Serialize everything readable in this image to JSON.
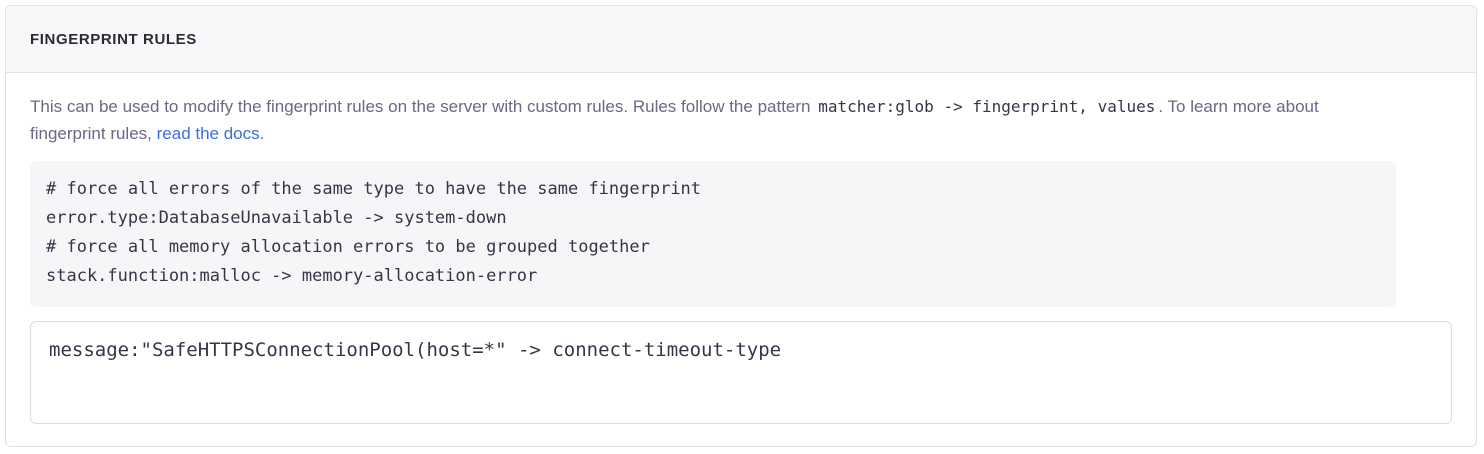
{
  "panel": {
    "title": "FINGERPRINT RULES",
    "description": {
      "text_before_code": "This can be used to modify the fingerprint rules on the server with custom rules. Rules follow the pattern ",
      "inline_code": "matcher:glob -> fingerprint, values",
      "text_after_code": ". To learn more about fingerprint rules, ",
      "link_label": "read the docs",
      "text_after_link": "."
    },
    "example_code": {
      "lines": [
        "# force all errors of the same type to have the same fingerprint",
        "error.type:DatabaseUnavailable -> system-down",
        "# force all memory allocation errors to be grouped together",
        "stack.function:malloc -> memory-allocation-error"
      ],
      "full_text": "# force all errors of the same type to have the same fingerprint\nerror.type:DatabaseUnavailable -> system-down\n# force all memory allocation errors to be grouped together\nstack.function:malloc -> memory-allocation-error"
    },
    "rules_input": {
      "value": "message:\"SafeHTTPSConnectionPool(host=*\" -> connect-timeout-type",
      "placeholder": ""
    }
  },
  "colors": {
    "panel_border": "#e3e1e8",
    "header_bg": "#f7f8f9",
    "title_text": "#2f2936",
    "body_text": "#6c6785",
    "link": "#3c6edd",
    "code_bg": "#f6f6f8",
    "code_text": "#3a3347",
    "input_border": "#dcdae3"
  }
}
